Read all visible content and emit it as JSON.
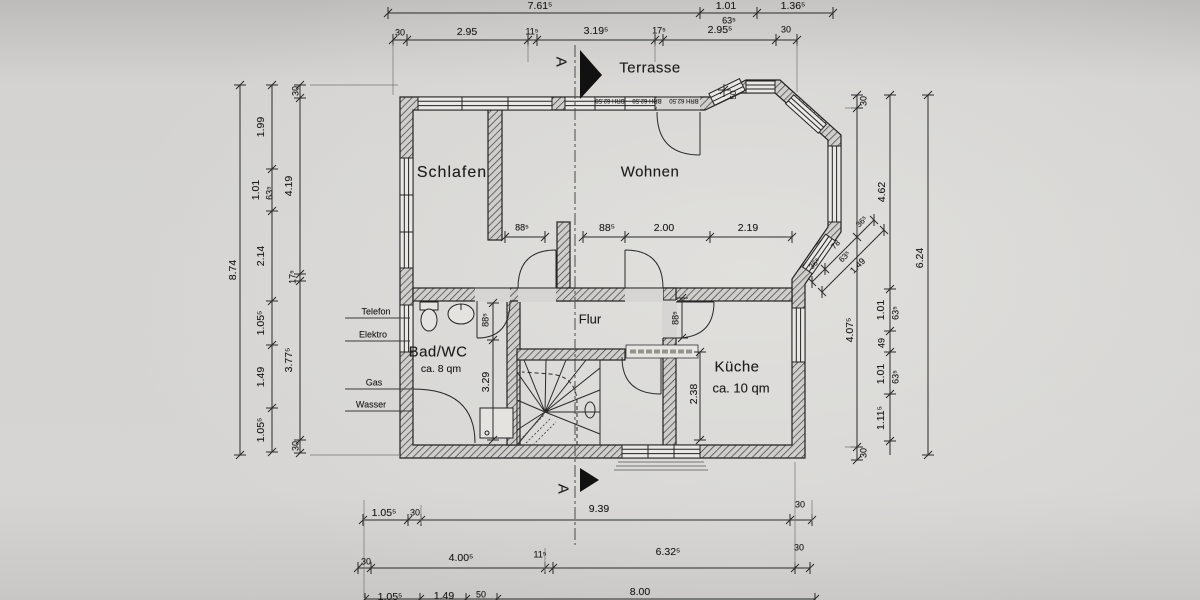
{
  "labels": {
    "terrasse": "Terrasse",
    "section": "A",
    "schlafen": "Schlafen",
    "wohnen": "Wohnen",
    "flur": "Flur",
    "bad": "Bad/WC",
    "bad_area": "ca. 8 qm",
    "kueche": "Küche",
    "kueche_area": "ca. 10 qm",
    "brh": "BRH 62.50"
  },
  "utilities": {
    "telefon": "Telefon",
    "elektro": "Elektro",
    "gas": "Gas",
    "wasser": "Wasser"
  },
  "dims": {
    "top1": [
      "7.61⁵",
      "1.01",
      "63⁵",
      "1.36⁵"
    ],
    "top2": [
      "30",
      "2.95",
      "11⁵",
      "3.19⁵",
      "17⁵",
      "2.95⁵",
      "30"
    ],
    "door50": "50",
    "left_total": "8.74",
    "left1": [
      "1.99",
      "1.01",
      "63⁵",
      "2.14",
      "1.05⁵",
      "1.49",
      "1.05⁵"
    ],
    "left2": [
      "30",
      "4.19",
      "17⁵",
      "3.77⁵",
      "30"
    ],
    "schlafen_door": "88⁵",
    "wohnen_row": [
      "88⁵",
      "2.00",
      "2.19"
    ],
    "bad_door": "88⁵",
    "bad_h": "3.29",
    "kueche_door": "88⁵",
    "kueche_h": "2.38",
    "right_inner": [
      "30",
      "4.07⁵",
      "30"
    ],
    "right_diag": [
      "36⁵",
      "78",
      "63⁵",
      "36⁵",
      "1.49"
    ],
    "right_mid": [
      "4.62",
      "1.01",
      "63⁵",
      "49",
      "1.01",
      "63⁵",
      "1.11⁵"
    ],
    "right_total": "6.24",
    "bottom1": [
      "1.05⁵",
      "30",
      "9.39",
      "30"
    ],
    "bottom2": [
      "30",
      "4.00⁵",
      "11⁵",
      "6.32⁵",
      "30"
    ],
    "bottom3": [
      "1.05⁵",
      "1.49",
      "50",
      "8.00"
    ]
  },
  "colors": {
    "paper": "#d4d3d1",
    "ink": "#262626"
  }
}
